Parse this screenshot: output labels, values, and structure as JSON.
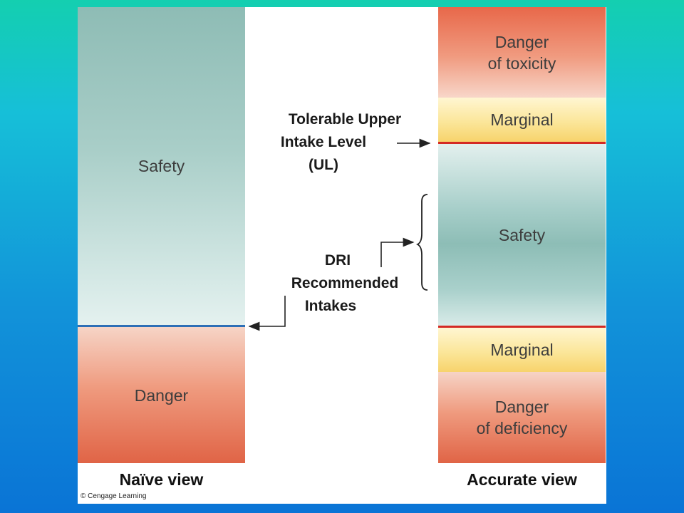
{
  "naive_view": {
    "label": "Naïve view",
    "bands": {
      "safety": "Safety",
      "danger": "Danger"
    }
  },
  "accurate_view": {
    "label": "Accurate view",
    "bands": {
      "toxicity_line1": "Danger",
      "toxicity_line2": "of toxicity",
      "marginal_upper": "Marginal",
      "safety": "Safety",
      "marginal_lower": "Marginal",
      "deficiency_line1": "Danger",
      "deficiency_line2": "of deficiency"
    }
  },
  "annotations": {
    "ul_line1": "Tolerable Upper",
    "ul_line2": "Intake Level",
    "ul_line3": "(UL)",
    "dri_line1": "DRI",
    "dri_line2": "Recommended",
    "dri_line3": "Intakes"
  },
  "credit": "© Cengage Learning",
  "colors": {
    "danger": "#e06446",
    "safety": "#8ebcb5",
    "marginal": "#f7d36c",
    "ul_line": "#d42a24",
    "naive_line": "#2d6fb6"
  }
}
